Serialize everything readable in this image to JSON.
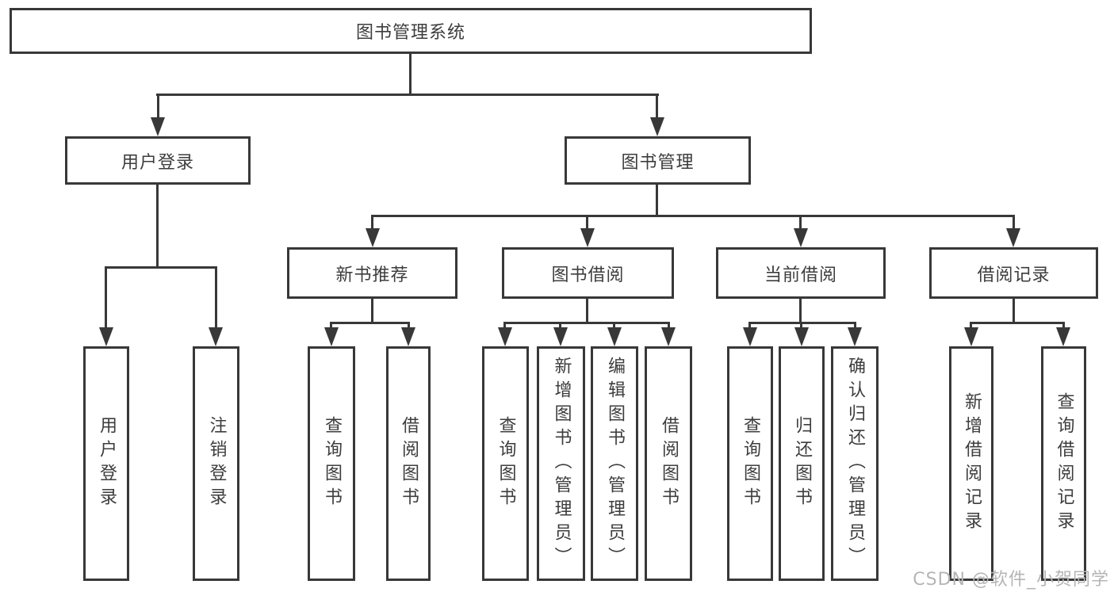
{
  "diagram": {
    "type": "feature-tree",
    "title": "图书管理系统",
    "nodes": {
      "root": {
        "label": "图书管理系统",
        "level": 1
      },
      "user_login": {
        "label": "用户登录",
        "level": 2
      },
      "book_management": {
        "label": "图书管理",
        "level": 2
      },
      "new_book_recommend": {
        "label": "新书推荐",
        "level": 3
      },
      "book_borrowing": {
        "label": "图书借阅",
        "level": 3
      },
      "current_borrowing": {
        "label": "当前借阅",
        "level": 3
      },
      "borrowing_records": {
        "label": "借阅记录",
        "level": 3
      },
      "login_action": {
        "label": "用户登录",
        "level": 4
      },
      "logout_action": {
        "label": "注销登录",
        "level": 4
      },
      "recommend_query_books": {
        "label": "查询图书",
        "level": 4
      },
      "recommend_borrow_books": {
        "label": "借阅图书",
        "level": 4
      },
      "borrowing_query_books": {
        "label": "查询图书",
        "level": 4
      },
      "borrowing_add_books": {
        "label": "新增图书（管理员）",
        "level": 4
      },
      "borrowing_edit_books": {
        "label": "编辑图书（管理员）",
        "level": 4
      },
      "borrowing_borrow_books": {
        "label": "借阅图书",
        "level": 4
      },
      "current_query_books": {
        "label": "查询图书",
        "level": 4
      },
      "current_return_books": {
        "label": "归还图书",
        "level": 4
      },
      "current_confirm_return": {
        "label": "确认归还（管理员）",
        "level": 4
      },
      "records_add_record": {
        "label": "新增借阅记录",
        "level": 4
      },
      "records_query_record": {
        "label": "查询借阅记录",
        "level": 4
      }
    },
    "edges": [
      [
        "root",
        "user_login"
      ],
      [
        "root",
        "book_management"
      ],
      [
        "user_login",
        "login_action"
      ],
      [
        "user_login",
        "logout_action"
      ],
      [
        "book_management",
        "new_book_recommend"
      ],
      [
        "book_management",
        "book_borrowing"
      ],
      [
        "book_management",
        "current_borrowing"
      ],
      [
        "book_management",
        "borrowing_records"
      ],
      [
        "new_book_recommend",
        "recommend_query_books"
      ],
      [
        "new_book_recommend",
        "recommend_borrow_books"
      ],
      [
        "book_borrowing",
        "borrowing_query_books"
      ],
      [
        "book_borrowing",
        "borrowing_add_books"
      ],
      [
        "book_borrowing",
        "borrowing_edit_books"
      ],
      [
        "book_borrowing",
        "borrowing_borrow_books"
      ],
      [
        "current_borrowing",
        "current_query_books"
      ],
      [
        "current_borrowing",
        "current_return_books"
      ],
      [
        "current_borrowing",
        "current_confirm_return"
      ],
      [
        "borrowing_records",
        "records_add_record"
      ],
      [
        "borrowing_records",
        "records_query_record"
      ]
    ]
  },
  "watermark": {
    "text": "CSDN @软件_小贺同学"
  },
  "colors": {
    "line": "#383838",
    "box_border": "#383838",
    "text": "#3d3d3d",
    "watermark": "#b5b5b5",
    "background": "#ffffff"
  }
}
